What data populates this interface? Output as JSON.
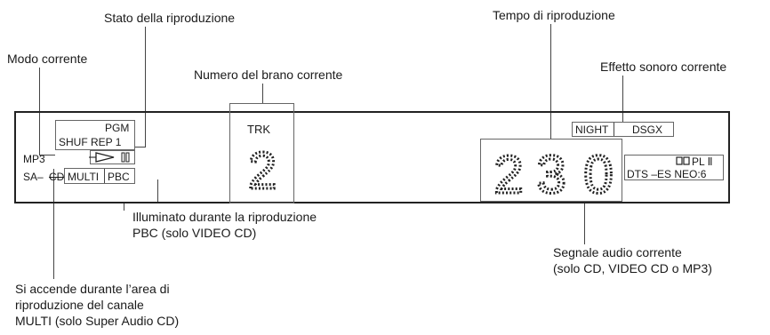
{
  "callouts": {
    "playback_status": "Stato della riproduzione",
    "current_mode": "Modo corrente",
    "current_track_number": "Numero del brano corrente",
    "playing_time": "Tempo di riproduzione",
    "current_sound_effect": "Effetto sonoro corrente",
    "pbc_note_line1": "Illuminato durante la riproduzione",
    "pbc_note_line2": "PBC (solo VIDEO CD)",
    "audio_signal_line1": "Segnale audio corrente",
    "audio_signal_line2": "(solo CD, VIDEO CD o MP3)",
    "multi_note_line1": "Si accende durante l’area di",
    "multi_note_line2": "riproduzione del canale",
    "multi_note_line3": "MULTI (solo Super Audio CD)"
  },
  "display": {
    "pgm": "PGM",
    "shuf_rep": "SHUF REP 1",
    "mp3": "MP3",
    "sa": "SA–",
    "cd": "CD",
    "multi": "MULTI",
    "pbc": "PBC",
    "trk_label": "TRK",
    "track_number": "2",
    "time_digits": [
      "2",
      "3",
      "0"
    ],
    "night": "NIGHT",
    "dsgx": "DSGX",
    "dolby_pl": "PL Ⅱ",
    "dts_neo": "DTS –ES NEO:6"
  },
  "icons": [
    "play-icon",
    "pause-icon",
    "dolby-icon"
  ]
}
